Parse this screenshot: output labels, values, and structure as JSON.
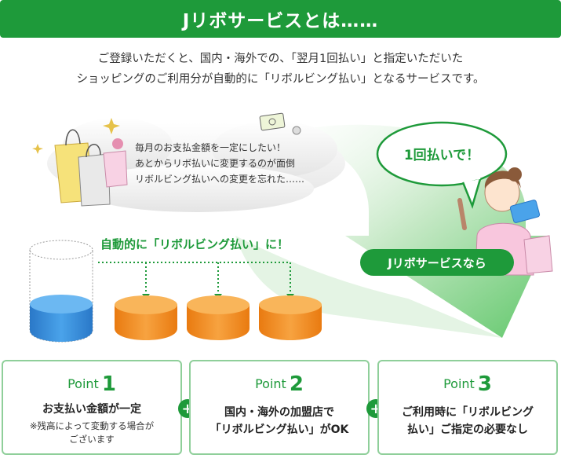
{
  "header": {
    "title": "Jリボサービスとは……"
  },
  "intro": {
    "line1": "ご登録いただくと、国内・海外での、「翌月1回払い」と指定いただいた",
    "line2": "ショッピングのご利用分が自動的に「リボルビング払い」となるサービスです。"
  },
  "cloud": {
    "line1": "毎月のお支払金額を一定にしたい！",
    "line2": "あとからリボ払いに変更するのが面倒",
    "line3": "リボルビング払いへの変更を忘れた……"
  },
  "bubble": {
    "text": "1回払いで！"
  },
  "pill": {
    "text": "Jリボサービスなら"
  },
  "auto_label": "自動的に「リボルビング払い」に！",
  "points": [
    {
      "label": "Point",
      "number": "1",
      "title": "お支払い金額が一定",
      "note_line1": "※残高によって変動する場合が",
      "note_line2": "ございます"
    },
    {
      "label": "Point",
      "number": "2",
      "title_line1": "国内・海外の加盟店で",
      "title_line2": "「リボルビング払い」がOK"
    },
    {
      "label": "Point",
      "number": "3",
      "title_line1": "ご利用時に「リボルビング",
      "title_line2": "払い」ご指定の必要なし"
    }
  ],
  "plus_symbol": "+",
  "colors": {
    "brand_green": "#1e9a3a",
    "cylinder_blue": "#2f86d6",
    "cylinder_orange": "#f08a1c"
  }
}
